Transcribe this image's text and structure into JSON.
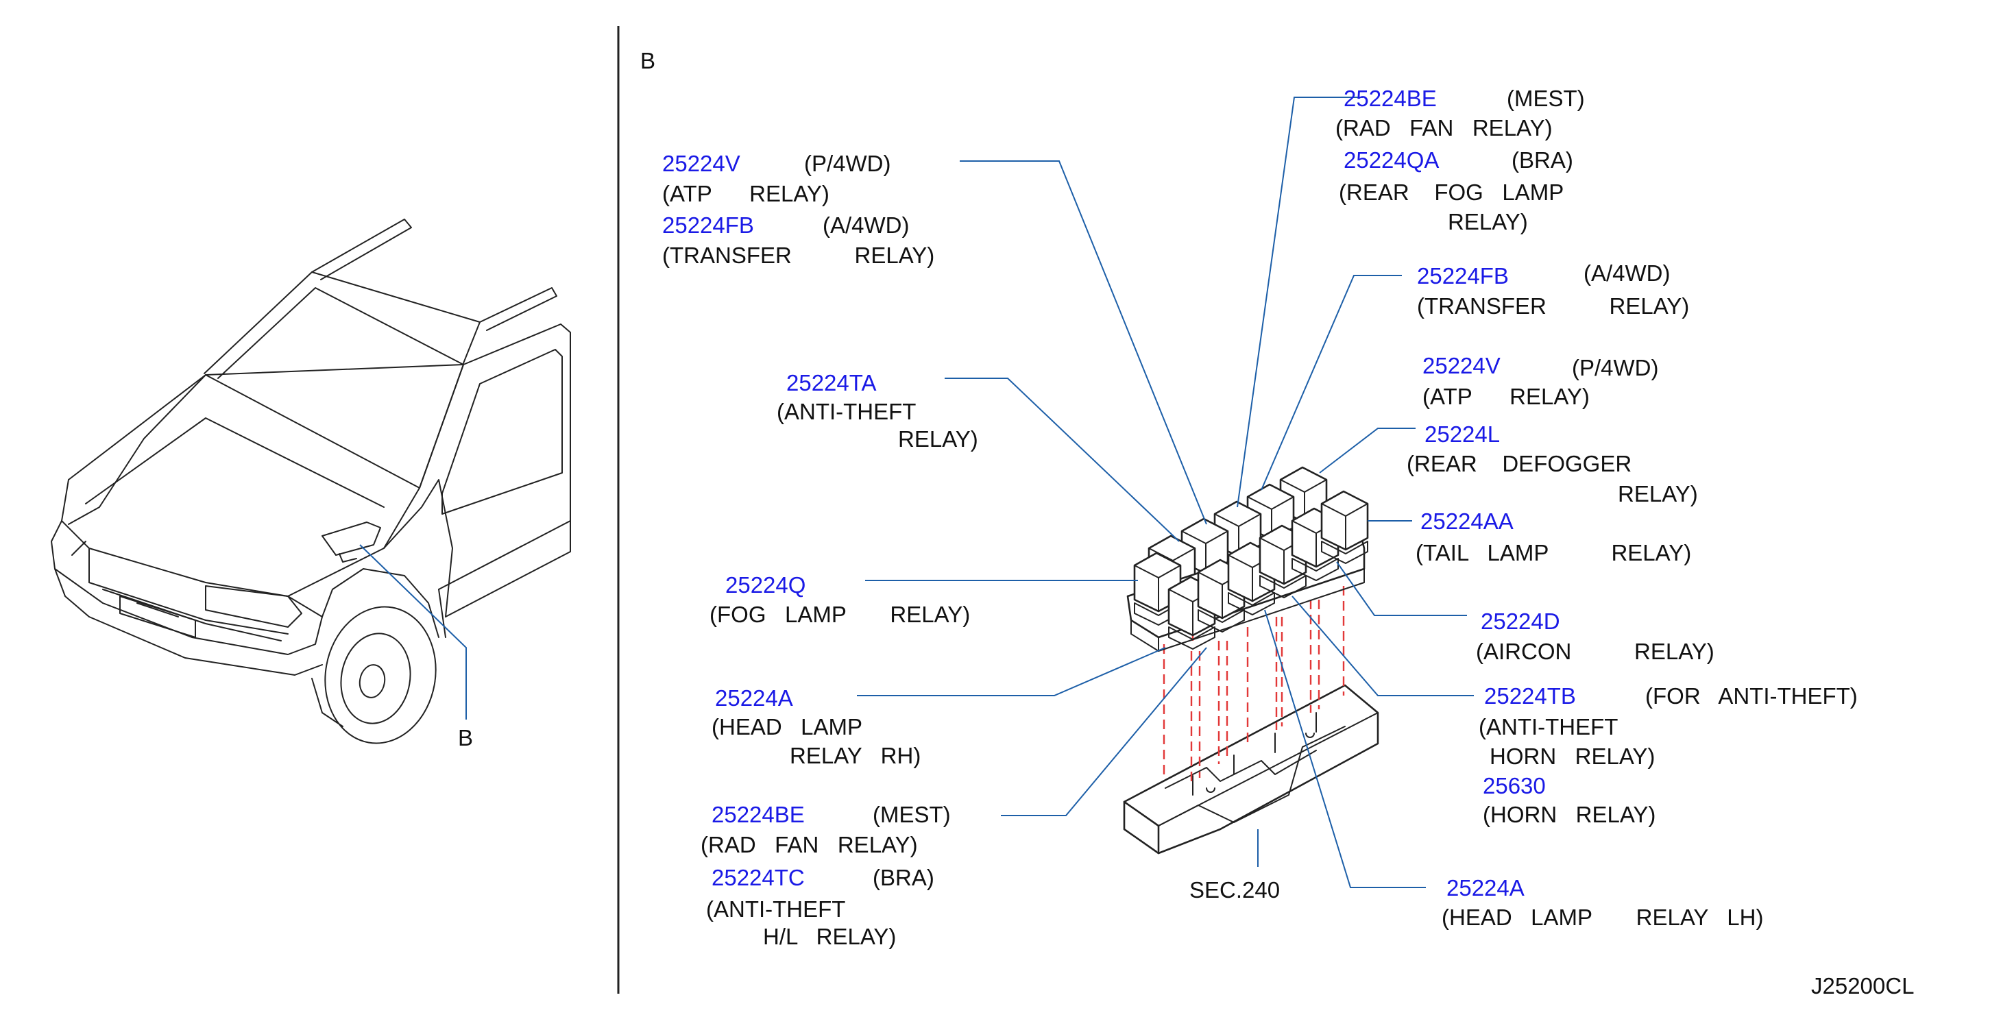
{
  "colors": {
    "part_number": "#1a1ae6",
    "leader": "#1d5fa8",
    "guide": "#e23838",
    "ink": "#111111"
  },
  "section_label": "B",
  "vehicle_callout": "B",
  "figure_code": "J25200CL",
  "base": {
    "label": "SEC.240"
  },
  "callouts": [
    {
      "part": "25224V",
      "note": "(P/4WD)",
      "desc": [
        "(ATP      RELAY)"
      ]
    },
    {
      "part": "25224FB",
      "note": "(A/4WD)",
      "desc": [
        "(TRANSFER          RELAY)"
      ]
    },
    {
      "part": "25224TA",
      "note": "",
      "desc": [
        "(ANTI-THEFT",
        "RELAY)"
      ]
    },
    {
      "part": "25224Q",
      "note": "",
      "desc": [
        "(FOG   LAMP       RELAY)"
      ]
    },
    {
      "part": "25224A",
      "note": "",
      "desc": [
        "(HEAD   LAMP",
        "RELAY   RH)"
      ]
    },
    {
      "part": "25224BE",
      "note": "(MEST)",
      "desc": [
        "(RAD   FAN   RELAY)"
      ]
    },
    {
      "part": "25224TC",
      "note": "(BRA)",
      "desc": [
        "(ANTI-THEFT",
        "H/L   RELAY)"
      ]
    },
    {
      "part": "25224BE",
      "note": "(MEST)",
      "desc": [
        "(RAD   FAN   RELAY)"
      ]
    },
    {
      "part": "25224QA",
      "note": "(BRA)",
      "desc": [
        "(REAR    FOG   LAMP",
        "RELAY)"
      ]
    },
    {
      "part": "25224FB",
      "note": "(A/4WD)",
      "desc": [
        "(TRANSFER          RELAY)"
      ]
    },
    {
      "part": "25224V",
      "note": "(P/4WD)",
      "desc": [
        "(ATP      RELAY)"
      ]
    },
    {
      "part": "25224L",
      "note": "",
      "desc": [
        "(REAR    DEFOGGER",
        "RELAY)"
      ]
    },
    {
      "part": "25224AA",
      "note": "",
      "desc": [
        "(TAIL   LAMP          RELAY)"
      ]
    },
    {
      "part": "25224D",
      "note": "",
      "desc": [
        "(AIRCON          RELAY)"
      ]
    },
    {
      "part": "25224TB",
      "note": "(FOR   ANTI-THEFT)",
      "desc": [
        "(ANTI-THEFT",
        "HORN   RELAY)"
      ]
    },
    {
      "part": "25630",
      "note": "",
      "desc": [
        "(HORN   RELAY)"
      ]
    },
    {
      "part": "25224A",
      "note": "",
      "desc": [
        "(HEAD   LAMP       RELAY   LH)"
      ]
    }
  ]
}
